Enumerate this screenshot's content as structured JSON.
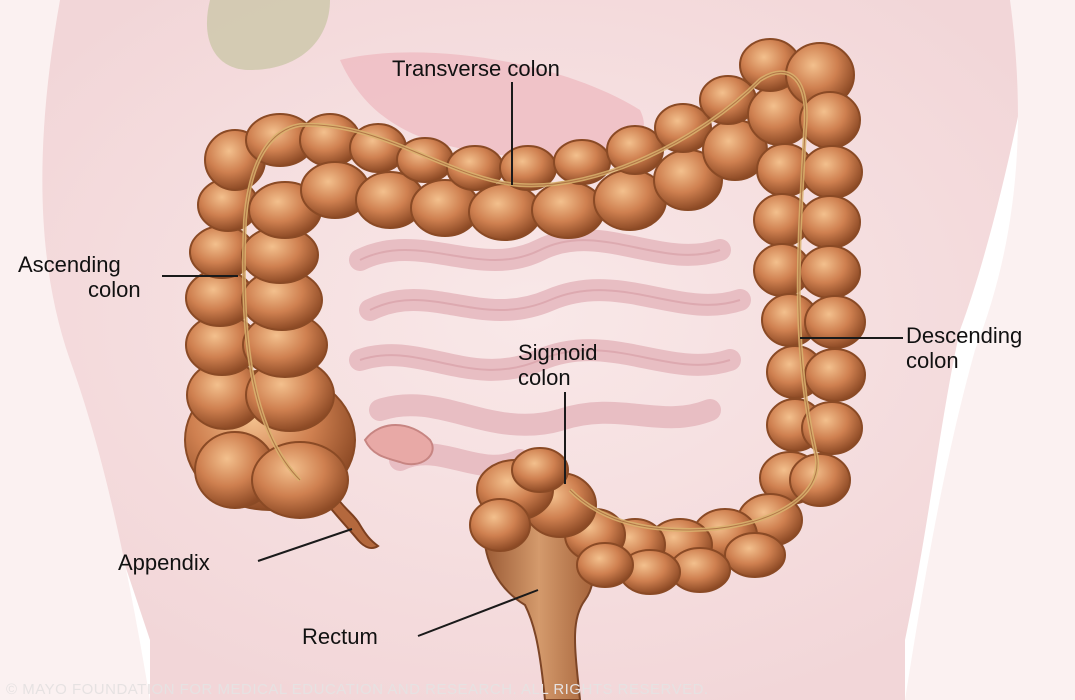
{
  "labels": {
    "transverse": "Transverse colon",
    "ascending": [
      "Ascending",
      "colon"
    ],
    "descending": [
      "Descending",
      "colon"
    ],
    "sigmoid": [
      "Sigmoid",
      "colon"
    ],
    "appendix": "Appendix",
    "rectum": "Rectum"
  },
  "copyright": "© MAYO FOUNDATION FOR MEDICAL EDUCATION AND RESEARCH. ALL RIGHTS RESERVED.",
  "colors": {
    "colon": "#c9794a",
    "colon_dark": "#8a4a25",
    "colon_highlight": "#f0b985",
    "band": "#d9b36e",
    "body": "#f6e3e3",
    "intestine": "#ecc7cc",
    "leader": "#1a1a1a"
  }
}
